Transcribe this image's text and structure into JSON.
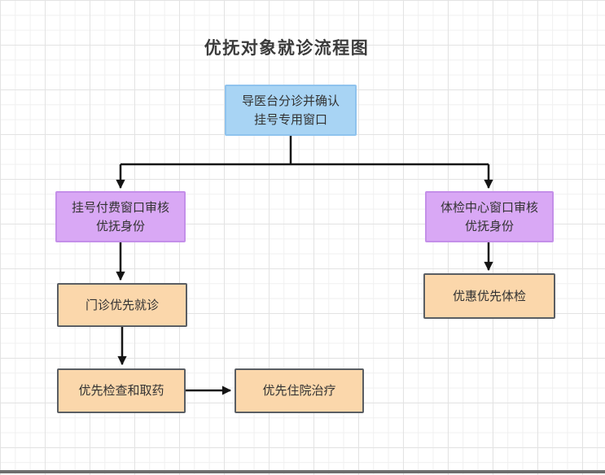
{
  "title": "优抚对象就诊流程图",
  "colors": {
    "blue_fill": "#a8d4f4",
    "blue_border": "#8fc3ee",
    "purple_fill": "#d9a8f5",
    "purple_border": "#c48fe9",
    "orange_fill": "#fbd7ab",
    "orange_border": "#5a5e63",
    "arrow": "#141414",
    "text": "#333333",
    "title": "#3b3b3b"
  },
  "diagram": {
    "nodes": [
      {
        "id": "triage-desk",
        "type": "blue",
        "lines": [
          "导医台分诊并确认",
          "挂号专用窗口"
        ]
      },
      {
        "id": "registration-window",
        "type": "purple",
        "lines": [
          "挂号付费窗口审核",
          "优抚身份"
        ]
      },
      {
        "id": "checkup-center-window",
        "type": "purple",
        "lines": [
          "体检中心窗口审核",
          "优抚身份"
        ]
      },
      {
        "id": "outpatient-priority",
        "type": "orange",
        "lines": [
          "门诊优先就诊"
        ]
      },
      {
        "id": "checkup-priority",
        "type": "orange",
        "lines": [
          "优惠优先体检"
        ]
      },
      {
        "id": "exam-medicine-priority",
        "type": "orange",
        "lines": [
          "优先检查和取药"
        ]
      },
      {
        "id": "hospitalization-priority",
        "type": "orange",
        "lines": [
          "优先住院治疗"
        ]
      }
    ],
    "edges": [
      {
        "from": "triage-desk",
        "to": "registration-window"
      },
      {
        "from": "triage-desk",
        "to": "checkup-center-window"
      },
      {
        "from": "registration-window",
        "to": "outpatient-priority"
      },
      {
        "from": "checkup-center-window",
        "to": "checkup-priority"
      },
      {
        "from": "outpatient-priority",
        "to": "exam-medicine-priority"
      },
      {
        "from": "exam-medicine-priority",
        "to": "hospitalization-priority"
      }
    ]
  }
}
